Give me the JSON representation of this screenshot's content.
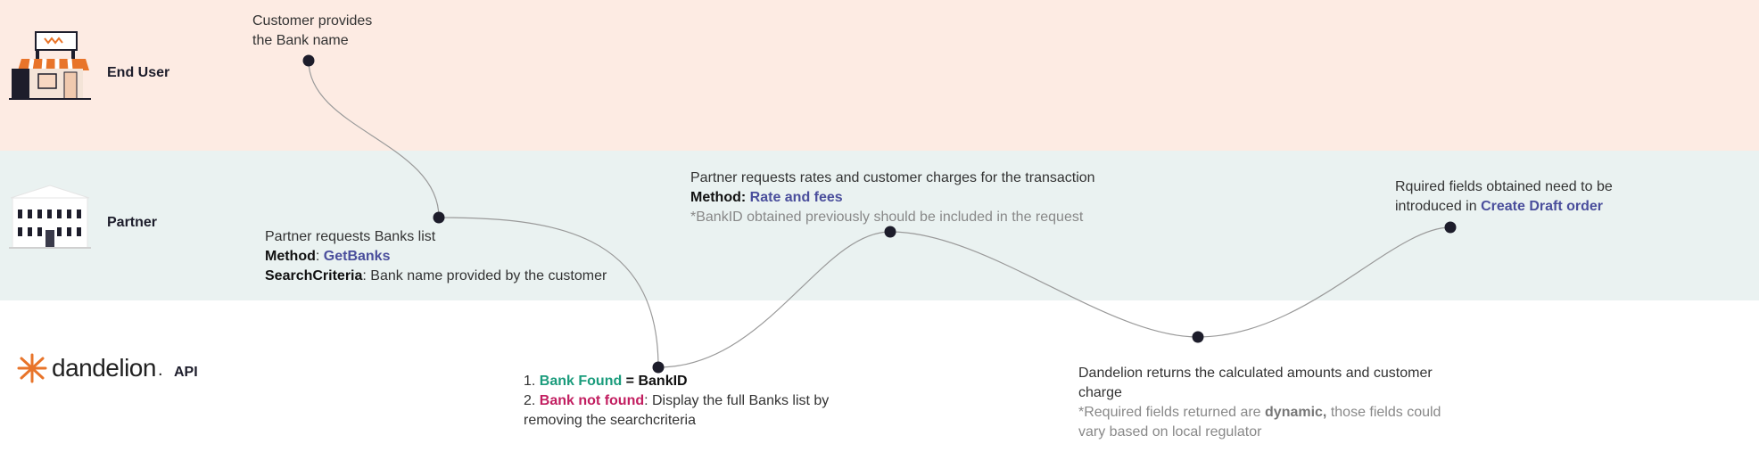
{
  "lanes": {
    "end_user": {
      "label": "End User"
    },
    "partner": {
      "label": "Partner"
    },
    "api": {
      "brand": "dandelion",
      "brand_dot": ".",
      "label": "API"
    }
  },
  "steps": {
    "customer": {
      "line1": "Customer provides",
      "line2": "the Bank name"
    },
    "get_banks": {
      "title": "Partner requests Banks list",
      "method_key": "Method",
      "method_val": "GetBanks",
      "criteria_key": "SearchCriteria",
      "criteria_val": ": Bank name provided by the customer"
    },
    "result": {
      "n1": "1. ",
      "found": "Bank Found",
      "found_rest": " = BankID",
      "n2": "2. ",
      "not_found": "Bank not found",
      "not_found_rest": ": Display the full Banks list by",
      "line3": "removing the searchcriteria"
    },
    "rates": {
      "title": "Partner requests rates and customer charges for the transaction",
      "method_key": "Method:",
      "method_val": "Rate and fees",
      "note": "*BankID obtained previously should be included in the request"
    },
    "dandelion_returns": {
      "line1": "Dandelion returns the calculated amounts and customer",
      "line2": "charge",
      "note_a": "*Required fields returned are ",
      "note_bold": "dynamic,",
      "note_b": " those fields could",
      "note_c": "vary based on local regulator"
    },
    "draft": {
      "line1": "Rquired fields obtained need to be",
      "line2_a": "introduced in ",
      "line2_link": "Create Draft order"
    }
  },
  "colors": {
    "user_band": "#fdebe3",
    "partner_band": "#eaf2f1",
    "accent_blue": "#4a4e9c",
    "found_green": "#1a9c7c",
    "not_found_pink": "#c21e60",
    "brand_orange": "#e8742a"
  },
  "icons": {
    "end_user": "storefront-icon",
    "partner": "bank-building-icon",
    "api": "dandelion-logo-icon"
  }
}
